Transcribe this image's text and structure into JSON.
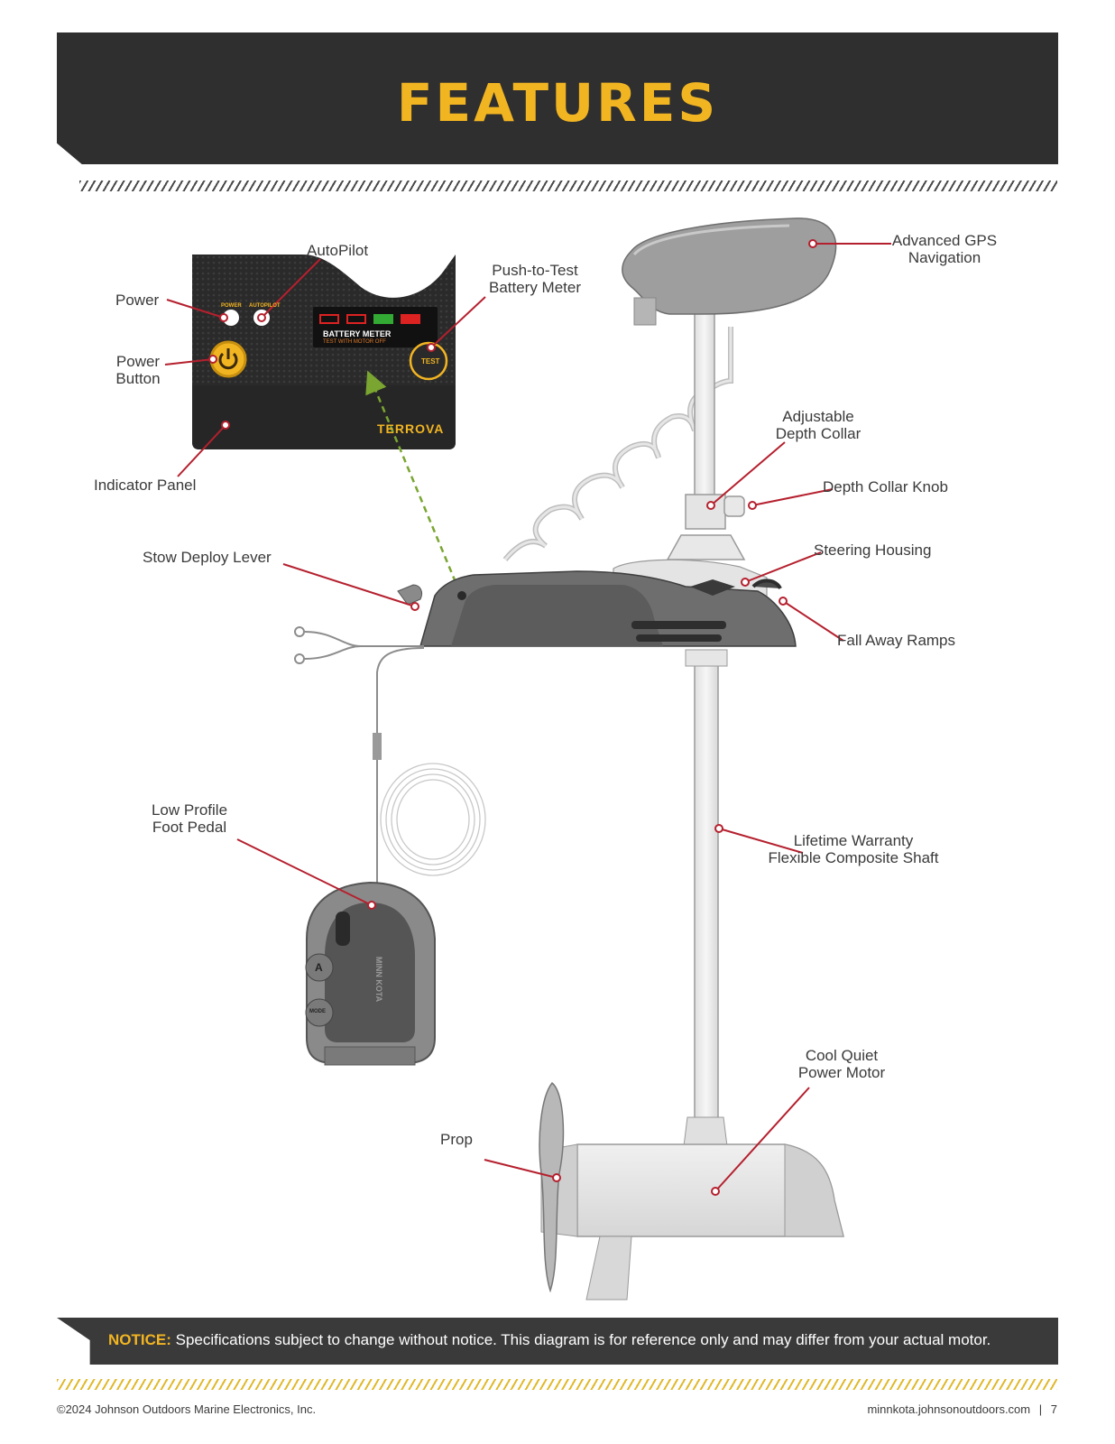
{
  "header": {
    "title": "FEATURES"
  },
  "labels": {
    "autopilot": "AutoPilot",
    "power": "Power",
    "power_button_line1": "Power",
    "power_button_line2": "Button",
    "push_to_test_line1": "Push-to-Test",
    "push_to_test_line2": "Battery Meter",
    "indicator_panel": "Indicator Panel",
    "advanced_gps_line1": "Advanced GPS",
    "advanced_gps_line2": "Navigation",
    "adjustable_depth_line1": "Adjustable",
    "adjustable_depth_line2": "Depth Collar",
    "depth_collar_knob": "Depth Collar Knob",
    "steering_housing": "Steering Housing",
    "stow_deploy_lever": "Stow Deploy Lever",
    "fall_away_ramps": "Fall Away Ramps",
    "foot_pedal_line1": "Low Profile",
    "foot_pedal_line2": "Foot Pedal",
    "shaft_line1": "Lifetime Warranty",
    "shaft_line2": "Flexible Composite Shaft",
    "motor_line1": "Cool Quiet",
    "motor_line2": "Power Motor",
    "prop": "Prop"
  },
  "indicator_panel": {
    "power_led": "POWER",
    "autopilot_led": "AUTOPILOT",
    "battery_meter": "BATTERY METER",
    "battery_hint": "TEST WITH MOTOR OFF",
    "test_button": "TEST",
    "brand": "TERROVA"
  },
  "foot_pedal": {
    "brand": "MINN KOTA",
    "a_button": "A",
    "mode_button": "MODE"
  },
  "notice": {
    "label": "NOTICE:",
    "text": " Specifications subject to change without notice. This diagram is for reference only and may differ from your actual motor."
  },
  "footer": {
    "copyright": "©2024 Johnson Outdoors Marine Electronics, Inc.",
    "site": "minnkota.johnsonoutdoors.com",
    "separator": "|",
    "page": "7"
  },
  "colors": {
    "accent": "#f2b522",
    "header_bg": "#2f2f2f",
    "callout": "#b5202e",
    "dashed_arrow": "#7aa531"
  }
}
